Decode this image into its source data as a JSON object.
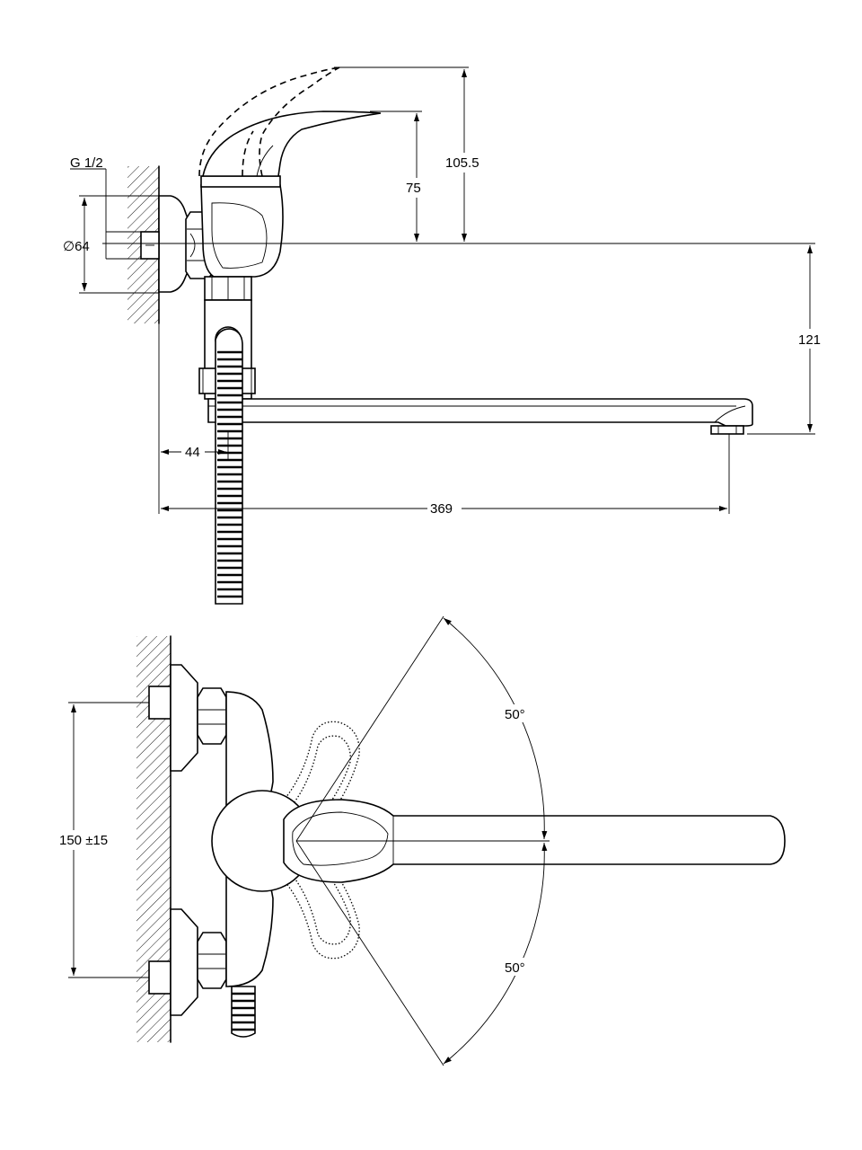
{
  "title": "Faucet technical drawing",
  "side_view": {
    "thread_label": "G 1/2",
    "diameter_label": "∅64",
    "lever_height_label": "75",
    "lever_raised_height_label": "105.5",
    "spout_drop_label": "121",
    "wall_offset_label": "44",
    "spout_reach_label": "369"
  },
  "top_view": {
    "center_distance_label": "150 ±15",
    "angle_upper_label": "50°",
    "angle_lower_label": "50°"
  }
}
